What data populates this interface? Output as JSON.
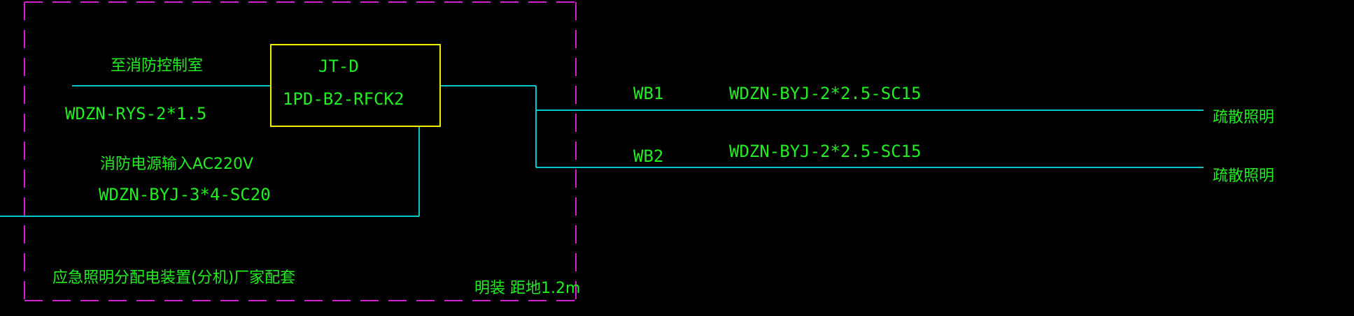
{
  "colors": {
    "background": "#000000",
    "wire": "#00c8c8",
    "text": "#22ee22",
    "box": "#f0f000",
    "boundary": "#d020d0"
  },
  "panel": {
    "code_top": "JT-D",
    "code_bottom": "1PD-B2-RFCK2"
  },
  "incoming": {
    "fire_control_label": "至消防控制室",
    "fire_control_cable": "WDZN-RYS-2*1.5",
    "power_label": "消防电源输入AC220V",
    "power_cable": "WDZN-BYJ-3*4-SC20"
  },
  "enclosure": {
    "description": "应急照明分配电装置(分机)厂家配套",
    "mounting": "明装 距地1.2m"
  },
  "circuits": [
    {
      "id": "WB1",
      "cable": "WDZN-BYJ-2*2.5-SC15",
      "load": "疏散照明"
    },
    {
      "id": "WB2",
      "cable": "WDZN-BYJ-2*2.5-SC15",
      "load": "疏散照明"
    }
  ]
}
